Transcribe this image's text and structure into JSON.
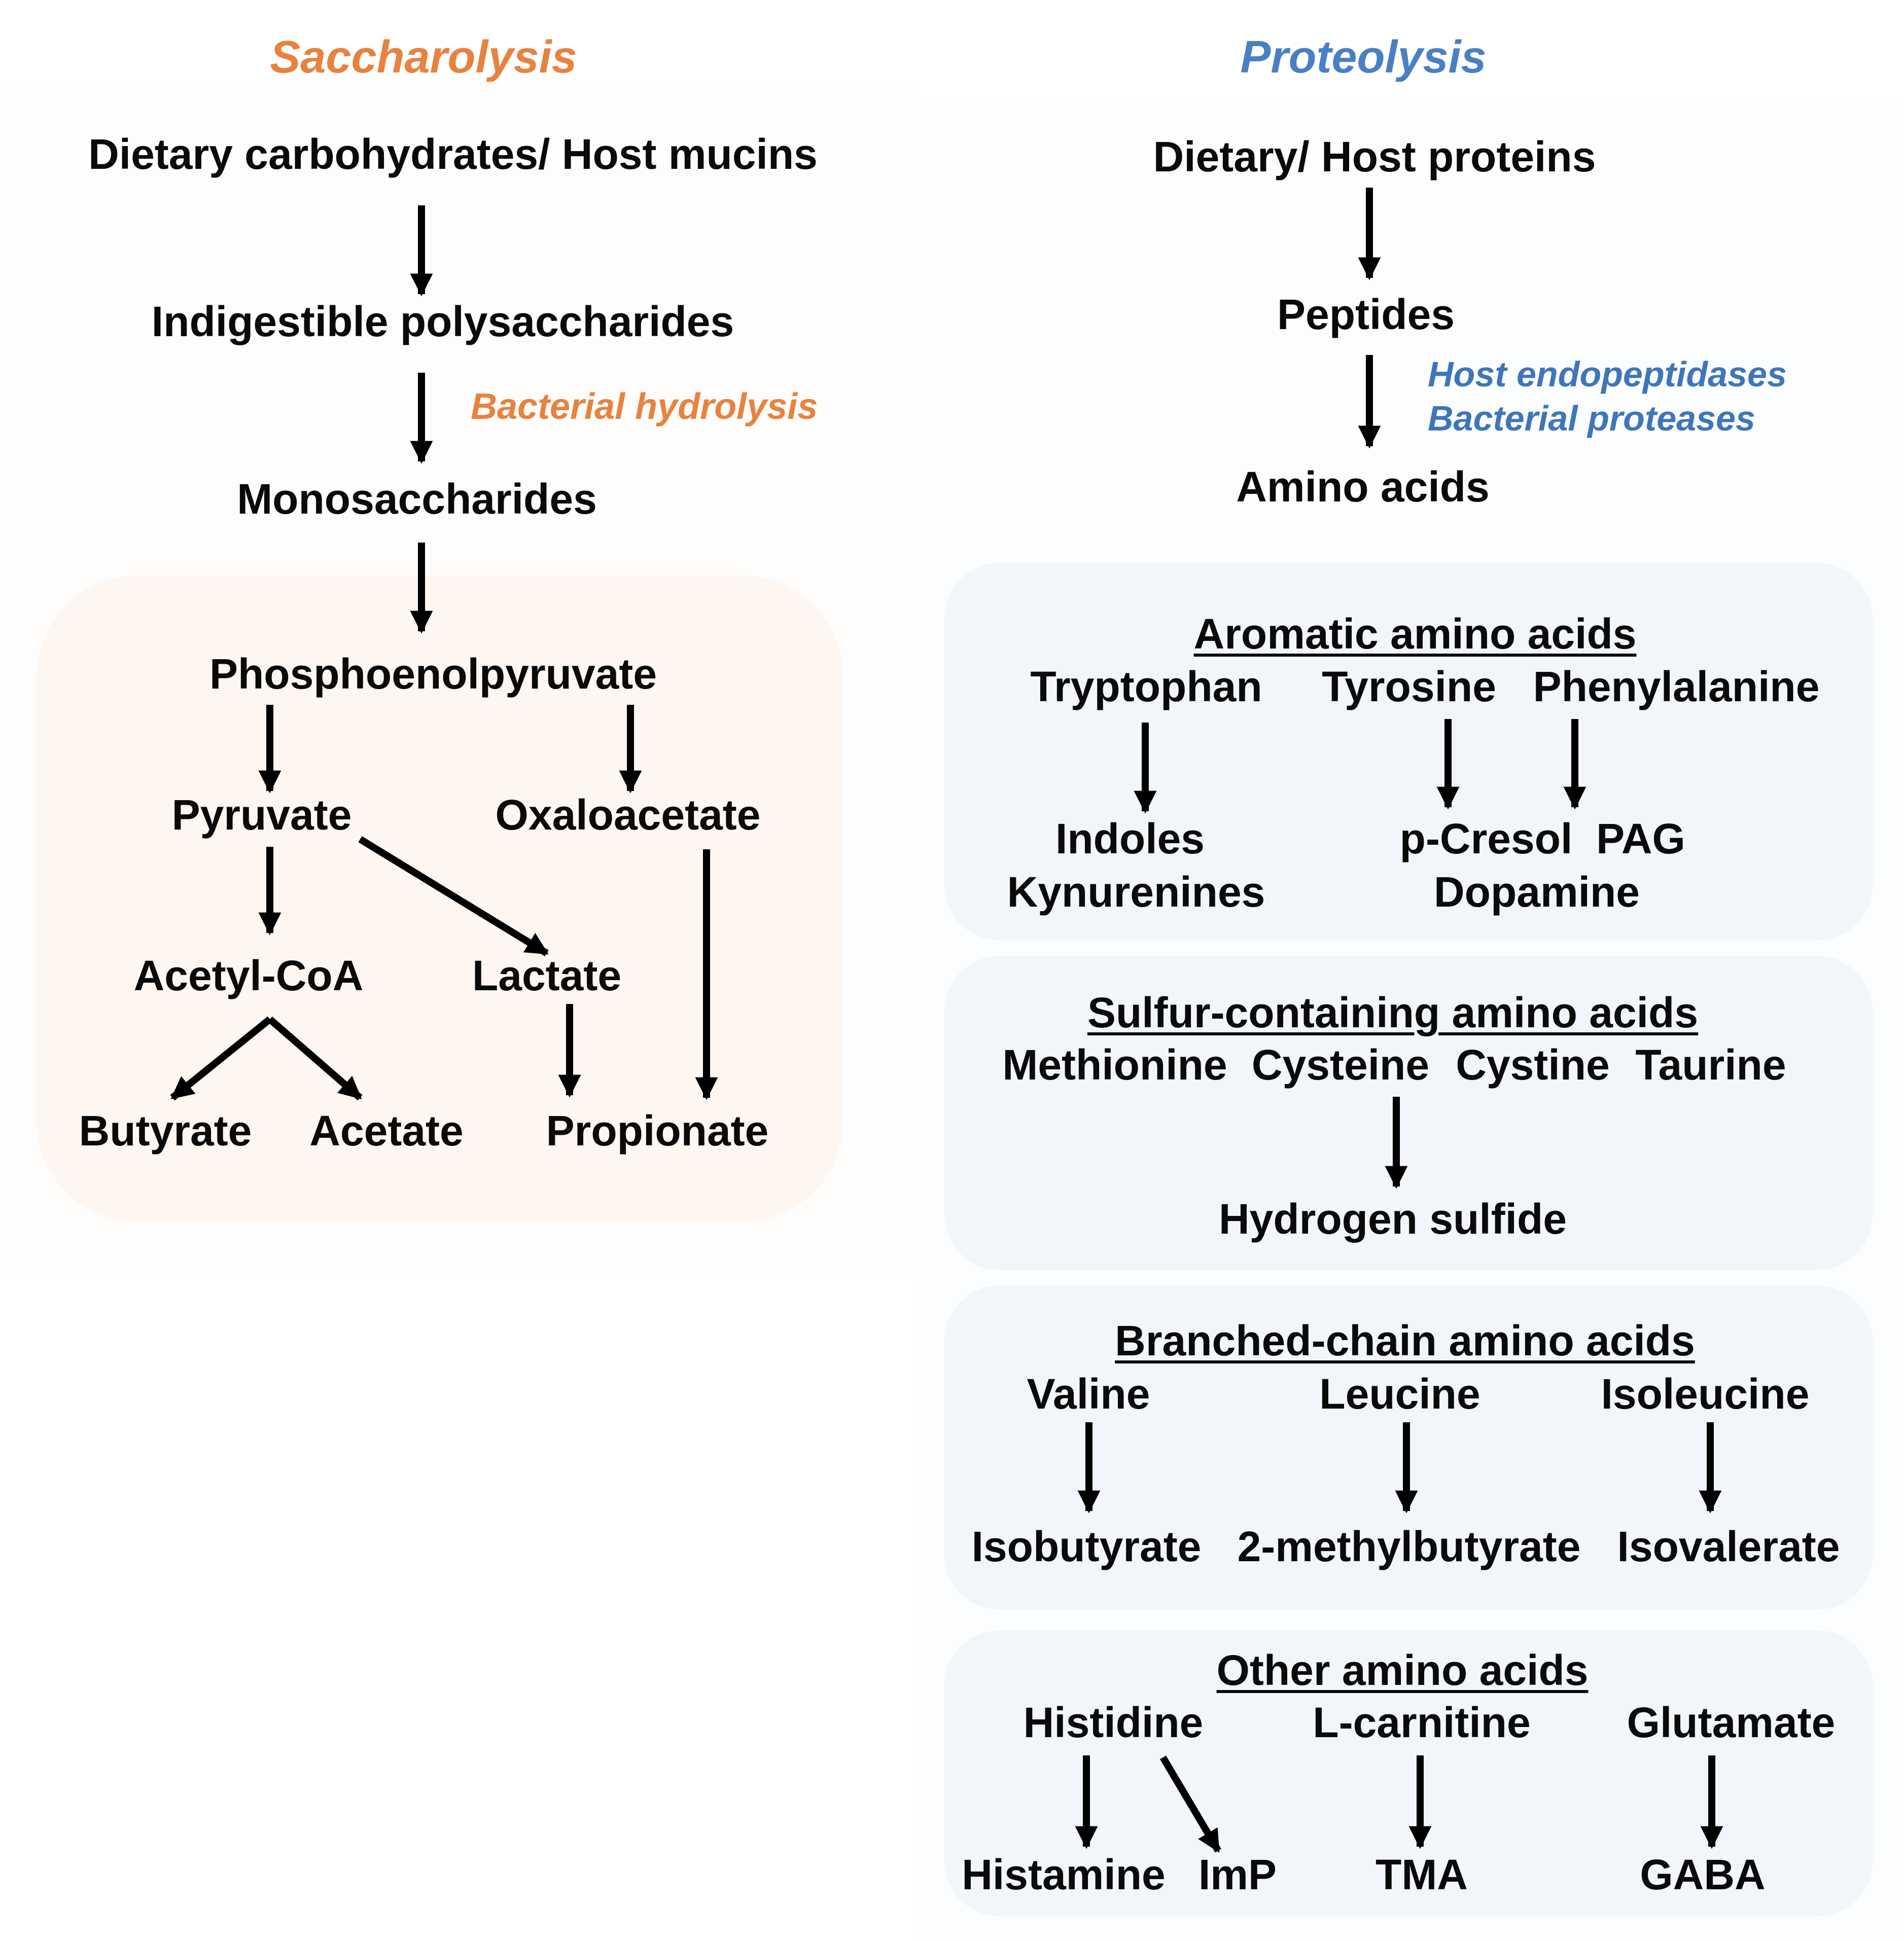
{
  "colors": {
    "saccharolysis_accent": "#e8823f",
    "proteolysis_accent": "#4a7fc4",
    "text": "#0a0a0a"
  },
  "saccharolysis": {
    "title": "Saccharolysis",
    "nodes": {
      "dietary": "Dietary carbohydrates/ Host mucins",
      "indigestible": "Indigestible polysaccharides",
      "monosaccharides": "Monosaccharides",
      "pep": "Phosphoenolpyruvate",
      "pyruvate": "Pyruvate",
      "oxaloacetate": "Oxaloacetate",
      "acetylcoa": "Acetyl-CoA",
      "lactate": "Lactate",
      "butyrate": "Butyrate",
      "acetate": "Acetate",
      "propionate": "Propionate"
    },
    "enzyme_note": "Bacterial hydrolysis",
    "edges": [
      [
        "dietary",
        "indigestible"
      ],
      [
        "indigestible",
        "monosaccharides"
      ],
      [
        "monosaccharides",
        "pep"
      ],
      [
        "pep",
        "pyruvate"
      ],
      [
        "pep",
        "oxaloacetate"
      ],
      [
        "pyruvate",
        "acetylcoa"
      ],
      [
        "pyruvate",
        "lactate"
      ],
      [
        "acetylcoa",
        "butyrate"
      ],
      [
        "acetylcoa",
        "acetate"
      ],
      [
        "lactate",
        "propionate"
      ],
      [
        "oxaloacetate",
        "propionate"
      ]
    ]
  },
  "proteolysis": {
    "title": "Proteolysis",
    "nodes": {
      "dietary": "Dietary/ Host proteins",
      "peptides": "Peptides",
      "amino_acids": "Amino acids"
    },
    "enzyme_notes": [
      "Host endopeptidases",
      "Bacterial proteases"
    ],
    "groups": {
      "aromatic": {
        "heading": "Aromatic amino acids",
        "sources": [
          "Tryptophan",
          "Tyrosine",
          "Phenylalanine"
        ],
        "products": [
          "Indoles",
          "Kynurenines",
          "p-Cresol",
          "PAG",
          "Dopamine"
        ]
      },
      "sulfur": {
        "heading": "Sulfur-containing amino acids",
        "sources": [
          "Methionine",
          "Cysteine",
          "Cystine",
          "Taurine"
        ],
        "products": [
          "Hydrogen sulfide"
        ]
      },
      "branched": {
        "heading": "Branched-chain amino acids",
        "sources": [
          "Valine",
          "Leucine",
          "Isoleucine"
        ],
        "products": [
          "Isobutyrate",
          "2-methylbutyrate",
          "Isovalerate"
        ]
      },
      "other": {
        "heading": "Other amino acids",
        "sources": [
          "Histidine",
          "L-carnitine",
          "Glutamate"
        ],
        "products": [
          "Histamine",
          "ImP",
          "TMA",
          "GABA"
        ]
      }
    }
  }
}
